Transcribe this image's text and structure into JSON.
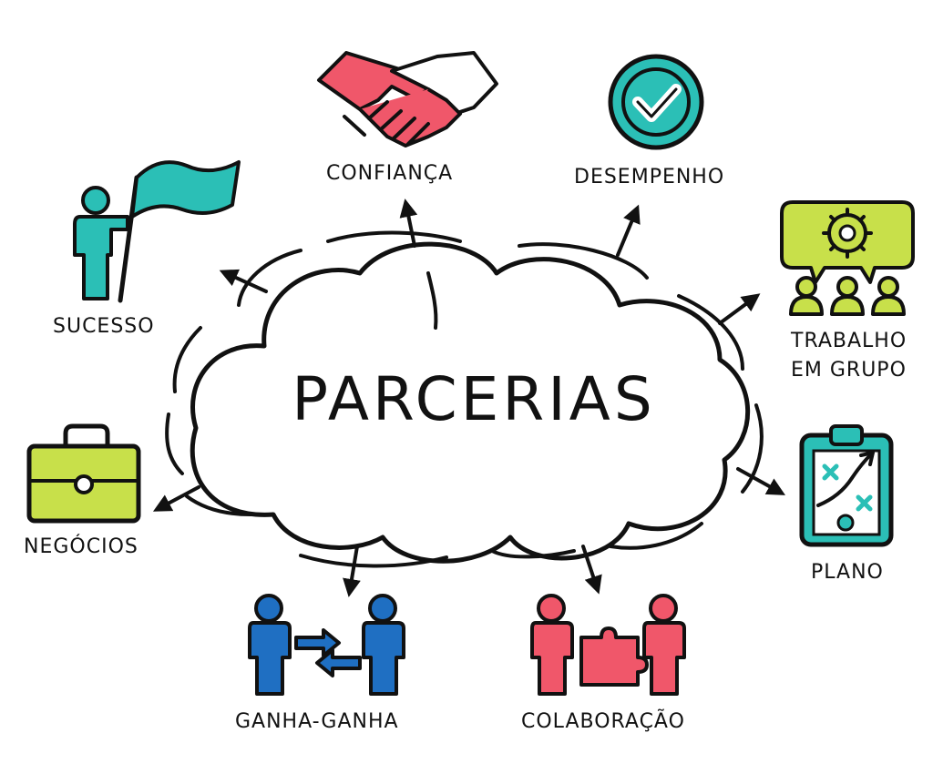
{
  "center": {
    "title": "PARCERIAS"
  },
  "nodes": {
    "confianca": {
      "label": "CONFIANÇA",
      "icon": "handshake-icon"
    },
    "desempenho": {
      "label": "DESEMPENHO",
      "icon": "checkmark-badge-icon"
    },
    "trabalho": {
      "label_line1": "TRABALHO",
      "label_line2": "EM GRUPO",
      "icon": "team-gear-icon"
    },
    "plano": {
      "label": "PLANO",
      "icon": "clipboard-strategy-icon"
    },
    "colaboracao": {
      "label": "COLABORAÇÃO",
      "icon": "people-puzzle-icon"
    },
    "ganha": {
      "label": "GANHA-GANHA",
      "icon": "people-exchange-icon"
    },
    "negocios": {
      "label": "NEGÓCIOS",
      "icon": "briefcase-icon"
    },
    "sucesso": {
      "label": "SUCESSO",
      "icon": "person-flag-icon"
    }
  },
  "colors": {
    "red": "#f0576a",
    "teal": "#2bbfb6",
    "lime": "#c8e04a",
    "blue": "#1f6fc2",
    "ink": "#111111"
  }
}
